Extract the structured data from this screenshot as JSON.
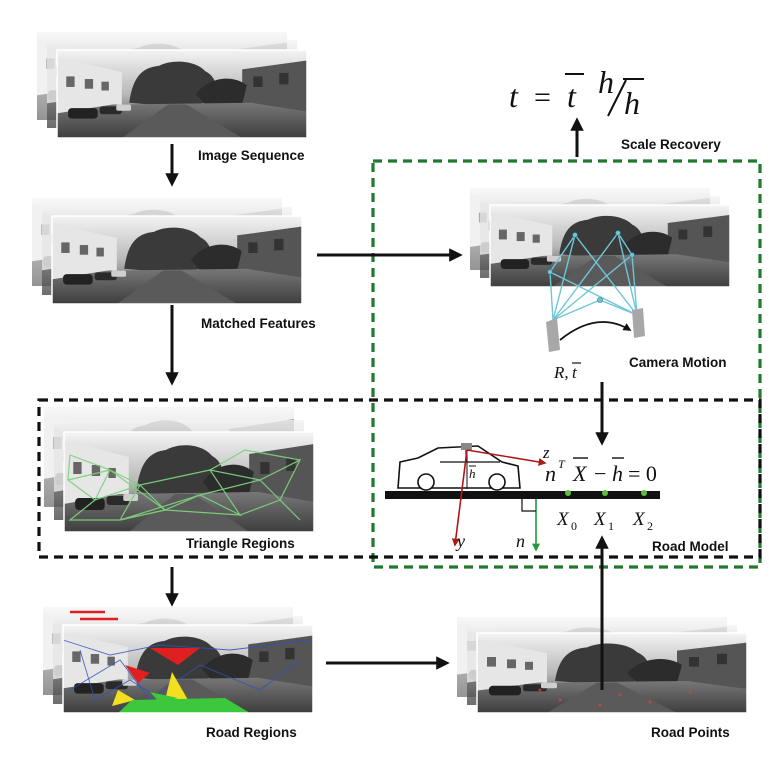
{
  "labels": {
    "image_sequence": "Image Sequence",
    "matched_features": "Matched Features",
    "triangle_regions": "Triangle Regions",
    "road_regions": "Road Regions",
    "road_points": "Road Points",
    "camera_motion": "Camera Motion",
    "road_model": "Road Model",
    "scale_recovery": "Scale Recovery"
  },
  "formula": {
    "t": "t",
    "equals": "=",
    "t_bar": "t",
    "h": "h",
    "h_bar": "h"
  },
  "motion": {
    "R": "R,",
    "t_bar": "t"
  },
  "road_equation": {
    "n": "n",
    "T": "T",
    "X_bar": "X",
    "minus": "−",
    "h_bar": "h",
    "equals_zero": "= 0"
  },
  "road_symbols": {
    "z": "z",
    "y": "y",
    "n": "n",
    "h": "h",
    "X": "X",
    "sub0": "0",
    "sub1": "1",
    "sub2": "2"
  },
  "colors": {
    "green_dash": "#1f7a2e",
    "black_dash": "#111111",
    "match_lines": "#6ec6d8",
    "triangle_green": "#7ed07e",
    "road_red": "#e02020",
    "road_yellow": "#f2e020",
    "road_green": "#3cc83c",
    "road_blue": "#3050c0",
    "axis_red": "#b01818",
    "normal_green": "#1a9a3a"
  }
}
